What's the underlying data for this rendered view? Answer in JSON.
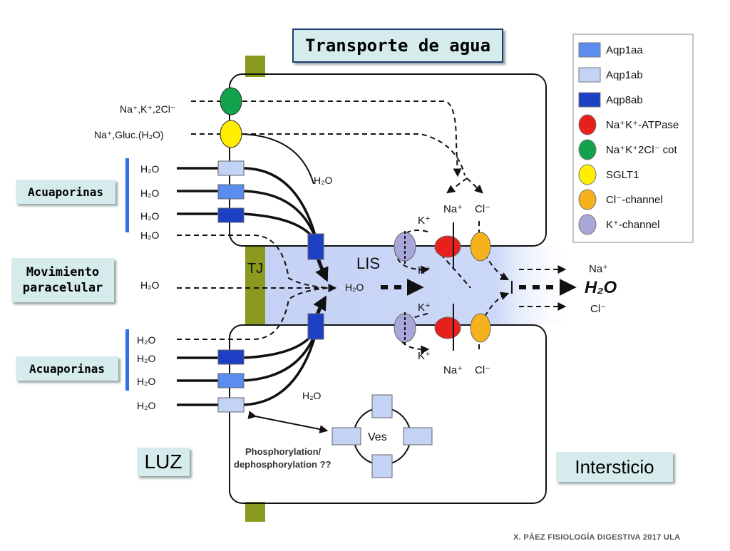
{
  "title": "Transporte de agua",
  "labels": {
    "acuaporinas_top": "Acuaporinas",
    "movimiento_line1": "Movimiento",
    "movimiento_line2": "paracelular",
    "acuaporinas_bottom": "Acuaporinas",
    "luz": "LUZ",
    "intersticio": "Intersticio",
    "tj": "TJ",
    "lis": "LIS",
    "ves": "Ves",
    "phospho_line1": "Phosphorylation/",
    "phospho_line2": "dephosphorylation ??"
  },
  "lumen_labels": {
    "nakcl": "Na⁺,K⁺,2Cl⁻",
    "naglu": "Na⁺,Gluc.(H₂O)",
    "h2o": "H₂O"
  },
  "ions": {
    "k": "K⁺",
    "na": "Na⁺",
    "cl": "Cl⁻",
    "h2o_big": "H₂O"
  },
  "legend": [
    {
      "label": "Aqp1aa",
      "color": "#5b8cf0",
      "shape": "rect"
    },
    {
      "label": "Aqp1ab",
      "color": "#c3d3f5",
      "shape": "rect"
    },
    {
      "label": "Aqp8ab",
      "color": "#1c3fc4",
      "shape": "rect"
    },
    {
      "label": "Na⁺K⁺-ATPase",
      "color": "#e8201c",
      "shape": "ellipse"
    },
    {
      "label": "Na⁺K⁺2Cl⁻ cot",
      "color": "#13a24c",
      "shape": "ellipse"
    },
    {
      "label": "SGLT1",
      "color": "#ffee00",
      "shape": "ellipse"
    },
    {
      "label": "Cl⁻-channel",
      "color": "#f5b21c",
      "shape": "ellipse"
    },
    {
      "label": "K⁺-channel",
      "color": "#a7a7d9",
      "shape": "ellipse"
    }
  ],
  "credit": "X. PÁEZ   FISIOLOGÍA DIGESTIVA 2017 ULA"
}
